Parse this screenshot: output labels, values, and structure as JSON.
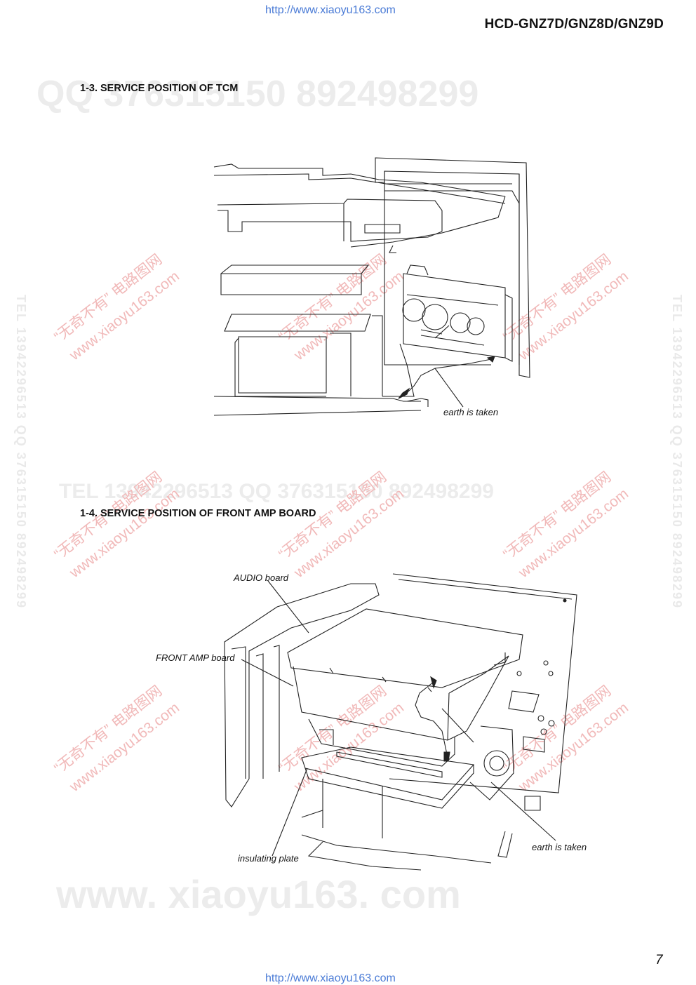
{
  "header": {
    "url_top": "http://www.xiaoyu163.com",
    "model": "HCD-GNZ7D/GNZ8D/GNZ9D"
  },
  "sections": [
    {
      "heading": "1-3. SERVICE POSITION OF TCM",
      "callouts": {
        "earth": "earth is taken"
      }
    },
    {
      "heading": "1-4. SERVICE POSITION OF FRONT AMP BOARD",
      "callouts": {
        "audio_board": "AUDIO board",
        "front_amp_board": "FRONT AMP board",
        "insulating_plate": "insulating plate",
        "earth": "earth is taken"
      }
    }
  ],
  "watermarks": {
    "qq_line": "QQ 376315150   892498299",
    "tel_line": "TEL 13942296513     QQ 376315150  892498299",
    "site_big": "www. xiaoyu163. com",
    "cn_slogan": "“无奇不有” 电路图网",
    "cn_site": "www.xiaoyu163.com",
    "side_text": "TEL 13942296513  QQ 376315150  892498299"
  },
  "footer": {
    "page_number": "7",
    "url_bottom": "http://www.xiaoyu163.com"
  }
}
